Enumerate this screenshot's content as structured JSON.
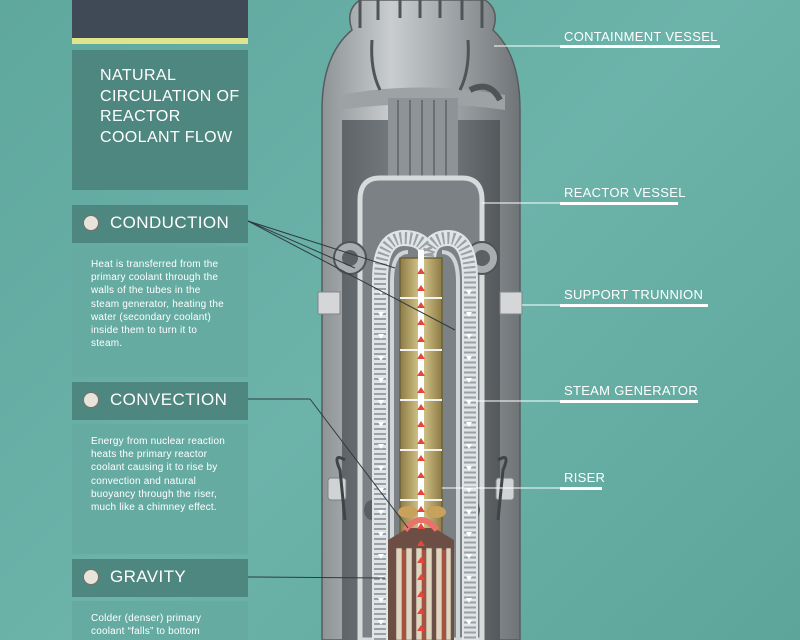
{
  "panel": {
    "title": "NATURAL CIRCULATION OF REACTOR COOLANT FLOW",
    "sections": [
      {
        "heading": "CONDUCTION",
        "icon": "coil-tube-icon",
        "text": "Heat is transferred from the primary coolant through the walls of the tubes in the steam generator, heating the water (secondary coolant) inside them to turn it to steam."
      },
      {
        "heading": "CONVECTION",
        "icon": "coil-tube-icon",
        "text": "Energy from nuclear reaction heats the primary reactor coolant causing it to rise by convection and natural buoyancy through the riser, much like a chimney effect."
      },
      {
        "heading": "GRAVITY",
        "icon": "coil-tube-icon",
        "text": "Colder (denser) primary coolant “falls” to bottom"
      }
    ]
  },
  "callouts": [
    {
      "label": "CONTAINMENT VESSEL"
    },
    {
      "label": "REACTOR VESSEL"
    },
    {
      "label": "SUPPORT TRUNNION"
    },
    {
      "label": "STEAM GENERATOR"
    },
    {
      "label": "RISER"
    }
  ],
  "colors": {
    "background": "#63aca2",
    "panel": "#4e8780",
    "accent": "#dfe58a",
    "header": "#3f4a56",
    "flow_hot": "#e8443a",
    "flow_cold": "#ffffff"
  }
}
